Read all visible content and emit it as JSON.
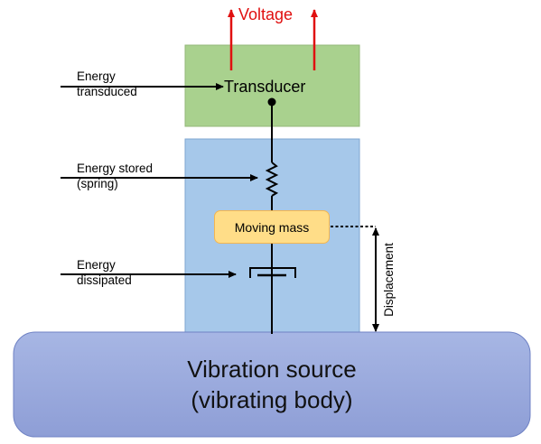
{
  "output": {
    "label": "Voltage",
    "arrow_color": "#e01010"
  },
  "transducer": {
    "label": "Transducer",
    "fill": "#a9d18e",
    "stroke": "#94b87a"
  },
  "harvester_body": {
    "fill": "#a6c8ea",
    "stroke": "#7fa6d0"
  },
  "energy_labels": {
    "transduced": "Energy\ntransduced",
    "stored": "Energy stored\n(spring)",
    "dissipated": "Energy\ndissipated"
  },
  "mass": {
    "label": "Moving mass",
    "fill": "#ffdd88"
  },
  "displacement": {
    "label": "Displacement"
  },
  "vibration_source": {
    "label": "Vibration source\n(vibrating body)",
    "fill": "#9aa9dc"
  }
}
